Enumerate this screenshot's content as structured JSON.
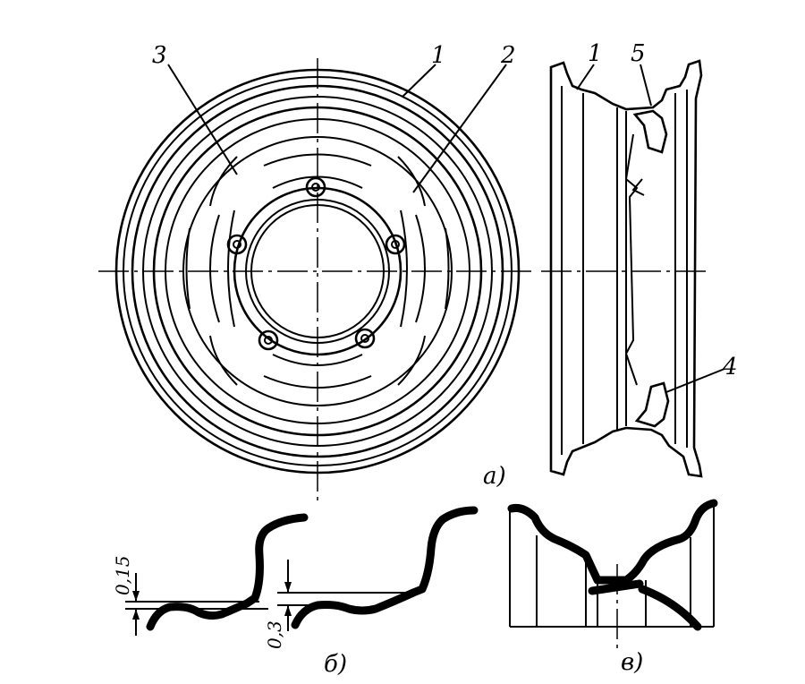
{
  "view_labels": {
    "a": "а)",
    "b": "б)",
    "v": "в)"
  },
  "callouts": {
    "c1_front": "1",
    "c2": "2",
    "c3": "3",
    "c1_side": "1",
    "c4": "4",
    "c5": "5"
  },
  "dimensions": {
    "d1": "0,15",
    "d2": "0,3"
  },
  "line_color": "#000000",
  "background": "#ffffff"
}
